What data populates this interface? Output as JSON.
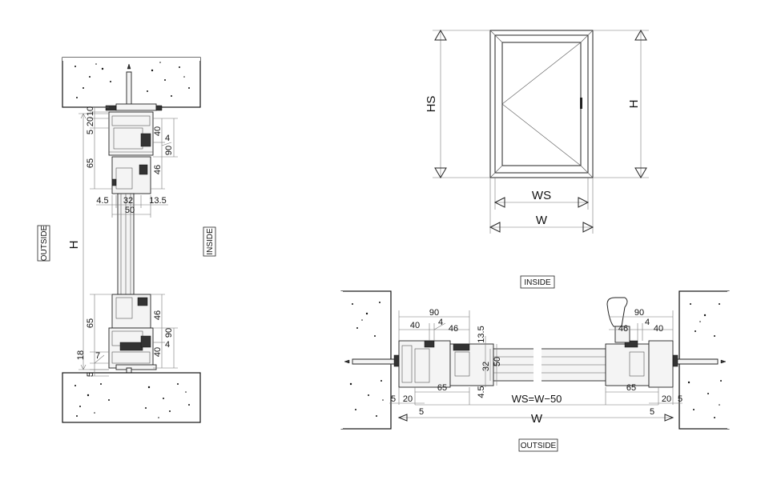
{
  "labels": {
    "outside": "OUTSIDE",
    "inside": "INSIDE",
    "inside_plan": "INSIDE",
    "outside_plan": "OUTSIDE"
  },
  "elevation": {
    "hs": "HS",
    "h": "H",
    "ws": "WS",
    "w": "W"
  },
  "vertical_section": {
    "h": "H",
    "top": {
      "d1": "10",
      "d2": "20",
      "d3": "5",
      "d4": "40",
      "d5": "4",
      "d6": "90",
      "d7": "65",
      "d8": "46"
    },
    "mid": {
      "d1": "4.5",
      "d2": "32",
      "d3": "13.5",
      "d4": "50"
    },
    "bottom": {
      "d1": "65",
      "d2": "46",
      "d3": "90",
      "d4": "4",
      "d5": "40",
      "d6": "18",
      "d7": "7",
      "d8": "5"
    }
  },
  "horizontal_section": {
    "left": {
      "d90": "90",
      "d40": "40",
      "d4": "4",
      "d46": "46",
      "d65": "65",
      "d5": "5",
      "d20": "20",
      "d5b": "5"
    },
    "right": {
      "d90": "90",
      "d46": "46",
      "d4": "4",
      "d40": "40",
      "d65": "65",
      "d20": "20",
      "d5": "5",
      "d5b": "5"
    },
    "center": {
      "d13_5": "13.5",
      "d32": "32",
      "d50": "50",
      "d4_5": "4.5"
    },
    "ws_formula": "WS=W−50",
    "w": "W"
  },
  "colors": {
    "line": "#222222",
    "background": "#ffffff"
  }
}
